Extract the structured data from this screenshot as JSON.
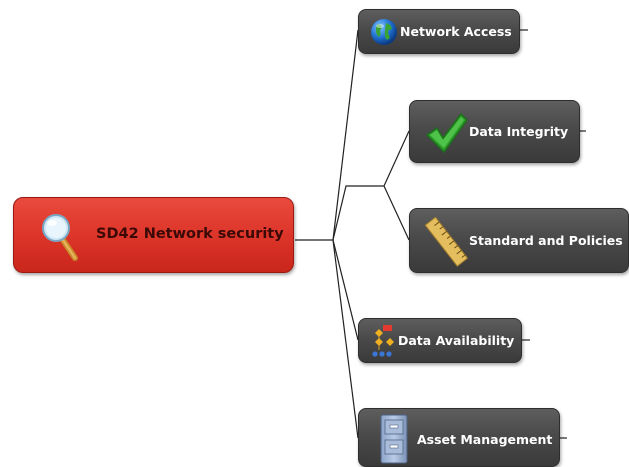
{
  "root": {
    "label": "SD42 Network security",
    "icon": "magnifier-icon"
  },
  "topics": [
    {
      "id": "network-access",
      "label": "Network Access",
      "icon": "globe-icon"
    },
    {
      "id": "data-integrity",
      "label": "Data Integrity",
      "icon": "checkmark-icon"
    },
    {
      "id": "standard-policies",
      "label": "Standard and Policies",
      "icon": "ruler-icon"
    },
    {
      "id": "data-availability",
      "label": "Data Availability",
      "icon": "org-chart-icon"
    },
    {
      "id": "asset-management",
      "label": "Asset Management",
      "icon": "file-cabinet-icon"
    }
  ],
  "colors": {
    "root_fill": "#dd3529",
    "topic_fill": "#4a4a4a",
    "connector": "#222222"
  }
}
